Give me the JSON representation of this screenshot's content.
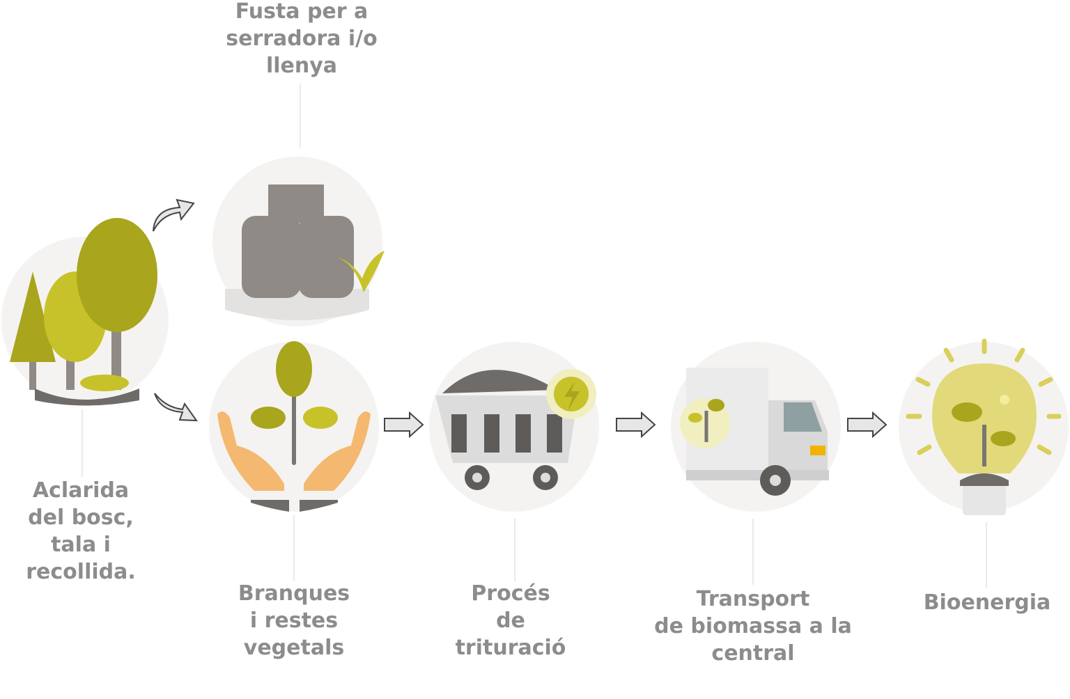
{
  "stages": {
    "forest": {
      "lines": [
        "Aclarida",
        "del bosc,",
        "tala i",
        "recollida."
      ]
    },
    "timber": {
      "lines": [
        "Fusta per a",
        "serradora i/o",
        "llenya"
      ]
    },
    "branches": {
      "lines": [
        "Branques",
        "i restes",
        "vegetals"
      ]
    },
    "shredding": {
      "lines": [
        "Procés",
        "de",
        "trituració"
      ]
    },
    "transport": {
      "lines": [
        "Transport",
        "de biomassa a la",
        "central"
      ]
    },
    "bioenergy": {
      "lines": [
        "Bioenergia"
      ]
    }
  },
  "colors": {
    "text": "#8c8c8c",
    "circle": "#f4f3f1",
    "olive": "#a9a51c",
    "lightOlive": "#c7c22a",
    "wood": "#8f8a85",
    "skin": "#f5b870",
    "gray": "#6f6b68"
  }
}
